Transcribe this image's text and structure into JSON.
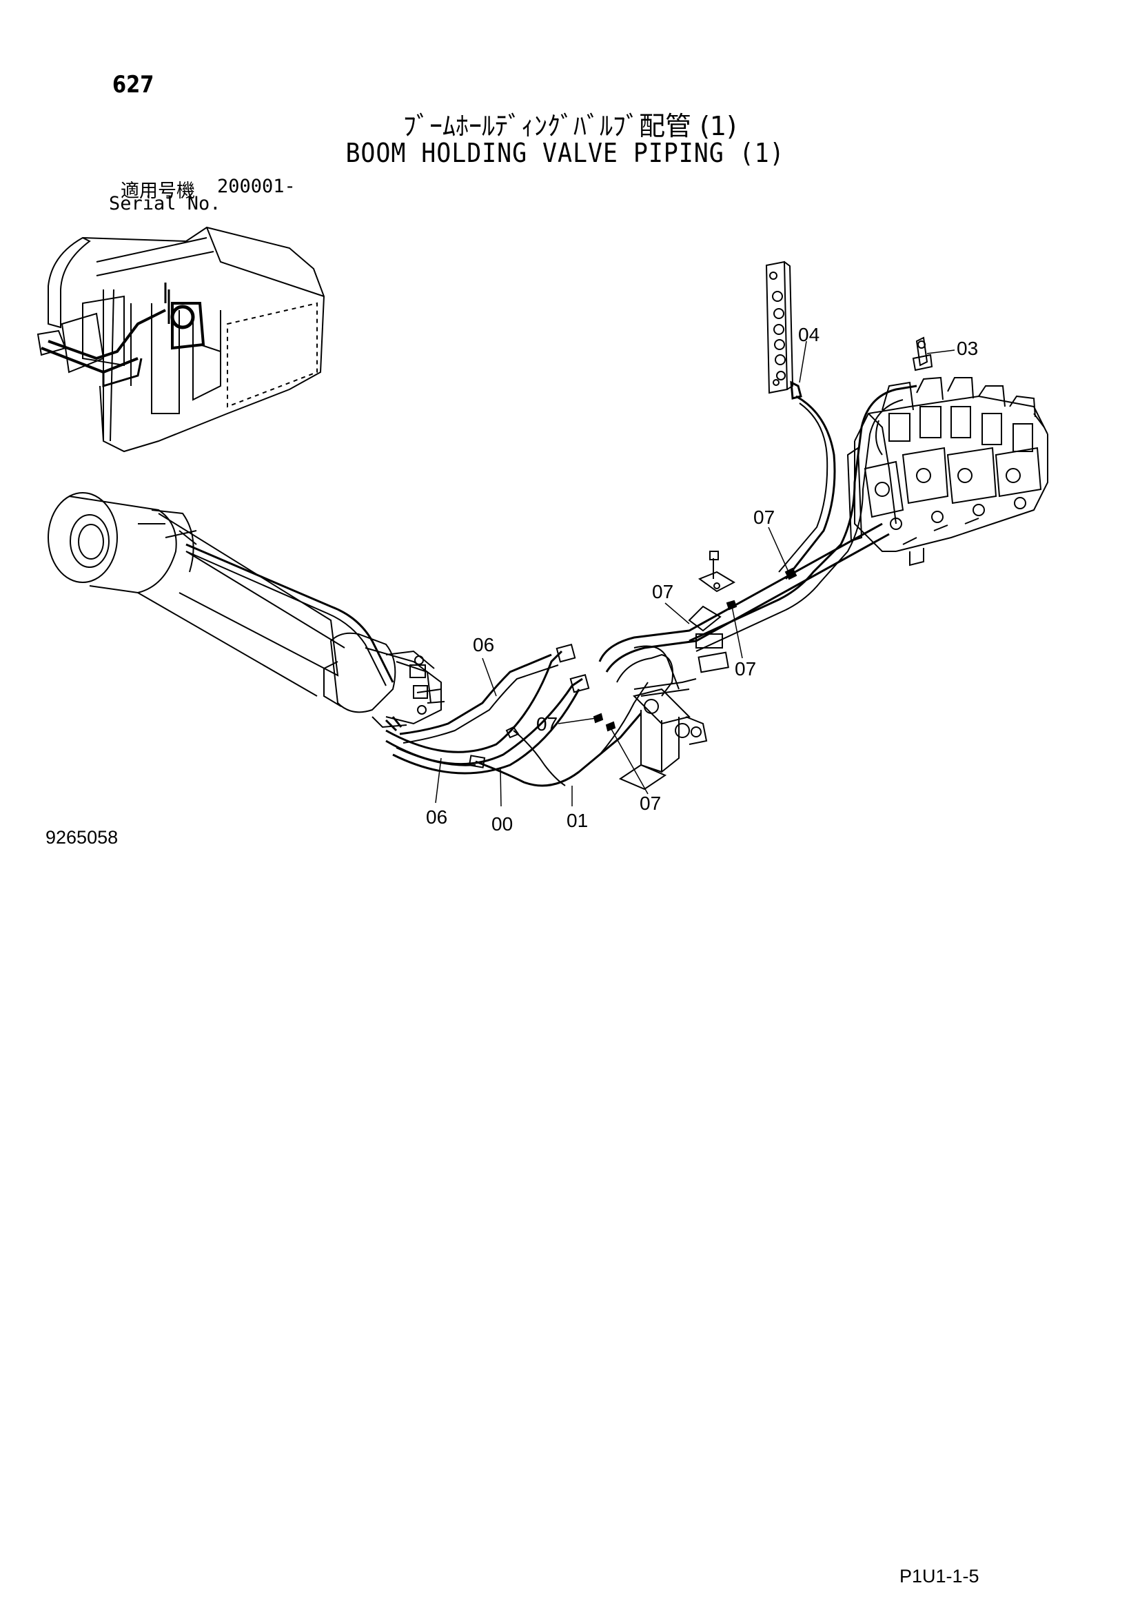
{
  "header": {
    "page_number": "627",
    "title_jp": "ﾌﾞｰﾑﾎｰﾙﾃﾞｨﾝｸﾞﾊﾞﾙﾌﾞ配管 (1)",
    "title_en": "BOOM HOLDING VALVE PIPING (1)",
    "serial_label_jp": "適用号機",
    "serial_value": "200001-",
    "serial_label_en": "Serial No."
  },
  "callouts": {
    "p04": "04",
    "p03": "03",
    "p07a": "07",
    "p07b": "07",
    "p07c": "07",
    "p07d": "07",
    "p07e": "07",
    "p06a": "06",
    "p06b": "06",
    "p00": "00",
    "p01": "01"
  },
  "footer": {
    "drawing_number": "9265058",
    "page_code": "P1U1-1-5"
  }
}
